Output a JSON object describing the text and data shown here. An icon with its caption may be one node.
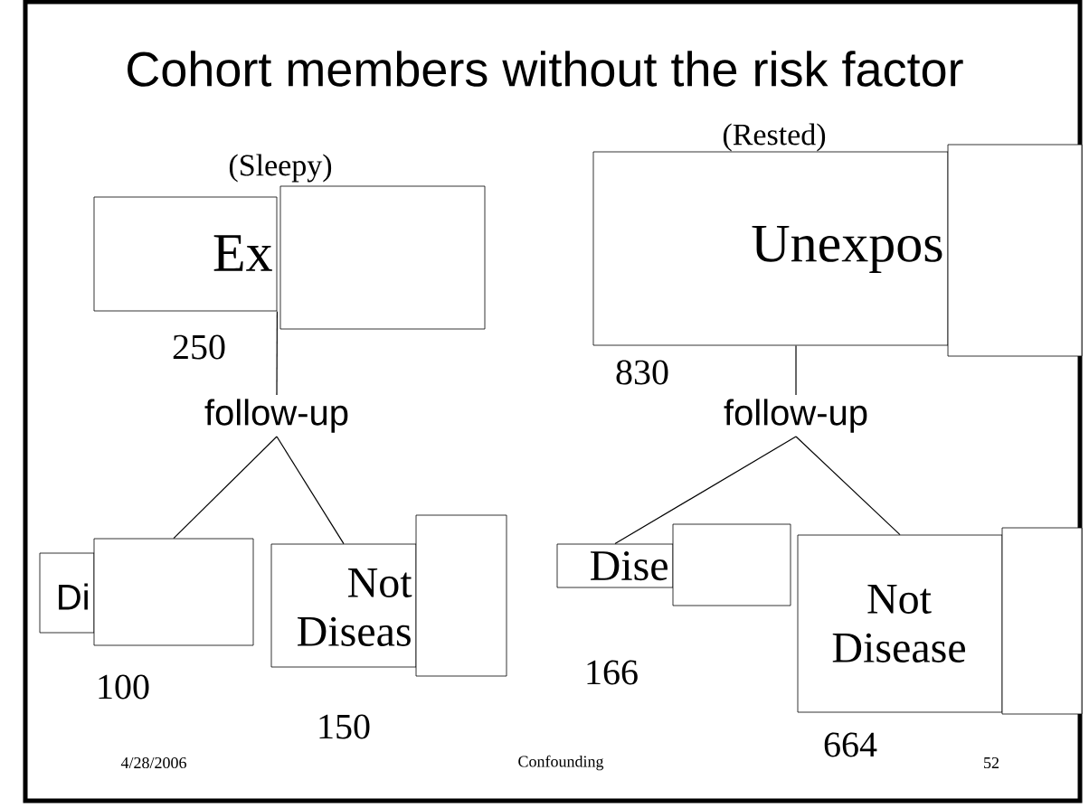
{
  "diagram": {
    "title": "Cohort members without the risk factor",
    "nodes": [
      {
        "text": [
          "(Sleepy)",
          "Ex"
        ]
      },
      {
        "text": [],
        "shape": "box"
      },
      {
        "text": [
          "(Rested)",
          "Unexpos"
        ]
      },
      {
        "text": [],
        "shape": "box"
      },
      {
        "text": [
          "follow-up"
        ]
      },
      {
        "text": [
          "follow-up"
        ]
      },
      {
        "text": [
          "Di"
        ]
      },
      {
        "text": [],
        "shape": "box"
      },
      {
        "text": [
          "Not Diseas"
        ]
      },
      {
        "text": [],
        "shape": "box"
      },
      {
        "text": [
          "Dise"
        ]
      },
      {
        "text": [],
        "shape": "box"
      },
      {
        "text": [
          "Not Disease"
        ]
      },
      {
        "text": [],
        "shape": "box"
      }
    ],
    "edges": [
      {
        "from": 0,
        "to": 4,
        "arrow": "none"
      },
      {
        "from": 2,
        "to": 5,
        "arrow": "none"
      },
      {
        "from": 4,
        "to": 7,
        "arrow": "none"
      },
      {
        "from": 4,
        "to": 8,
        "arrow": "none"
      },
      {
        "from": 5,
        "to": 10,
        "arrow": "none"
      },
      {
        "from": 5,
        "to": 12,
        "arrow": "none"
      }
    ],
    "labels": [
      "250",
      "830",
      "100",
      "150",
      "166",
      "664",
      "4/28/2006",
      "Confounding",
      "52"
    ]
  }
}
